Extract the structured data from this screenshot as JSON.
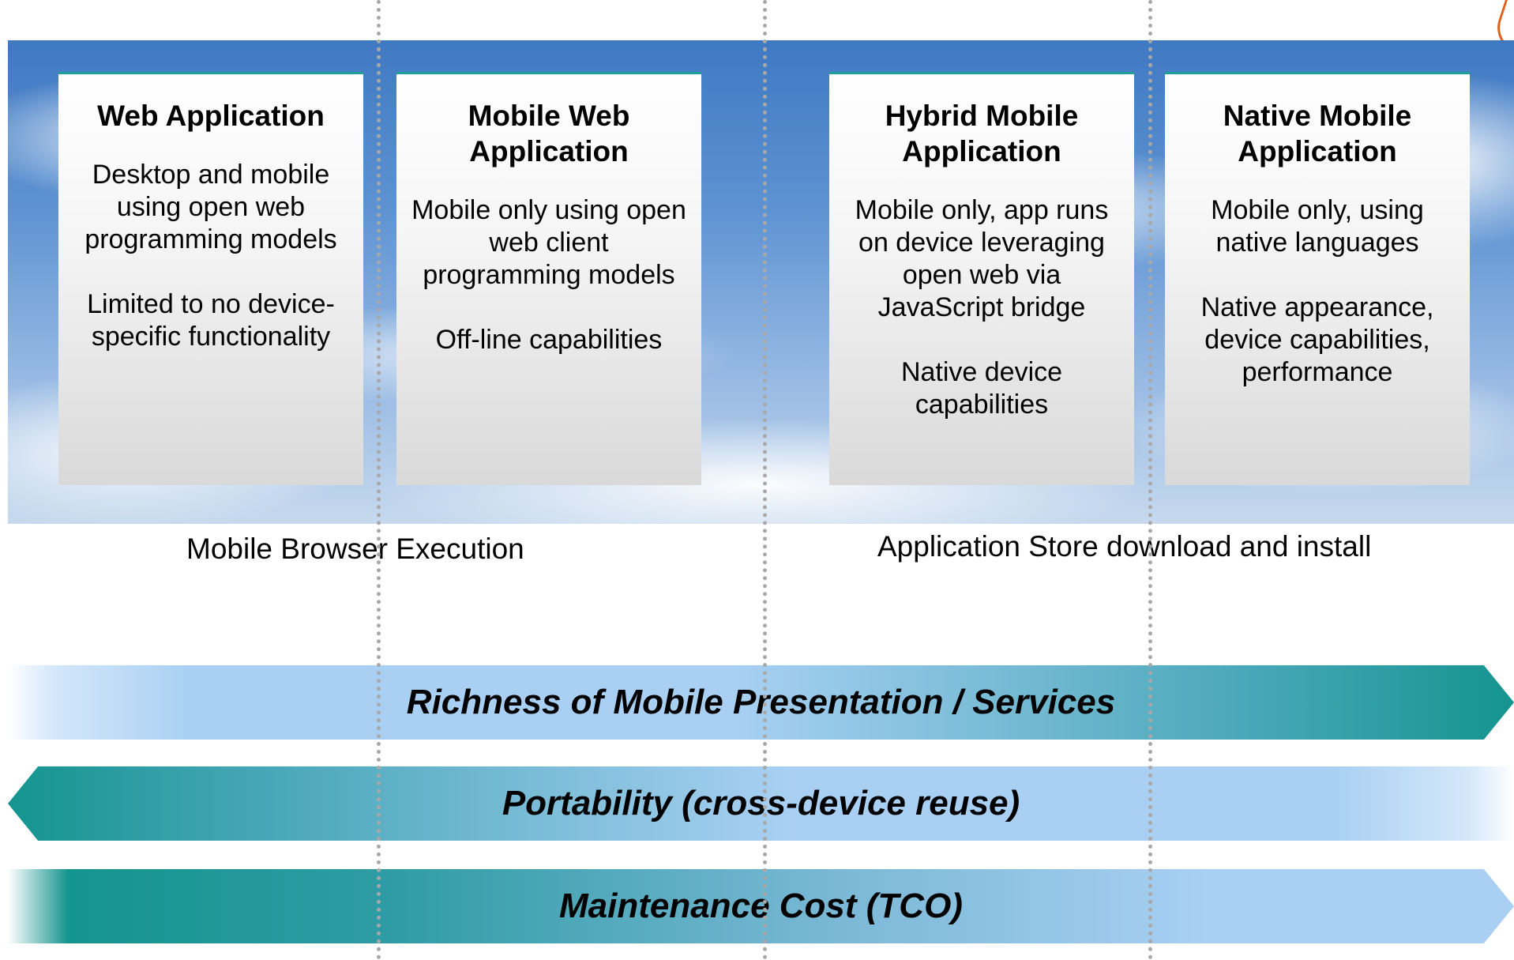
{
  "columns": [
    {
      "title": "Web Application",
      "description": "Desktop and mobile using open web programming models",
      "note": "Limited to no device-specific functionality"
    },
    {
      "title": "Mobile Web Application",
      "description": "Mobile only using open web client programming models",
      "note": "Off-line capabilities"
    },
    {
      "title": "Hybrid Mobile Application",
      "description": "Mobile only, app runs on device leveraging open web via JavaScript bridge",
      "note": "Native device capabilities"
    },
    {
      "title": "Native Mobile Application",
      "description": "Mobile only, using native languages",
      "note": "Native appearance, device capabilities, performance"
    }
  ],
  "captions": {
    "browser": "Mobile Browser Execution",
    "store": "Application Store download and install"
  },
  "arrows": [
    {
      "label": "Richness of Mobile Presentation / Services",
      "direction": "right"
    },
    {
      "label": "Portability (cross-device reuse)",
      "direction": "left"
    },
    {
      "label": "Maintenance Cost (TCO)",
      "direction": "right"
    }
  ],
  "colors": {
    "teal": "#14948f",
    "light_blue": "#a9d0f3",
    "sky": "#5e93d2",
    "card_border": "#1f9f95"
  }
}
